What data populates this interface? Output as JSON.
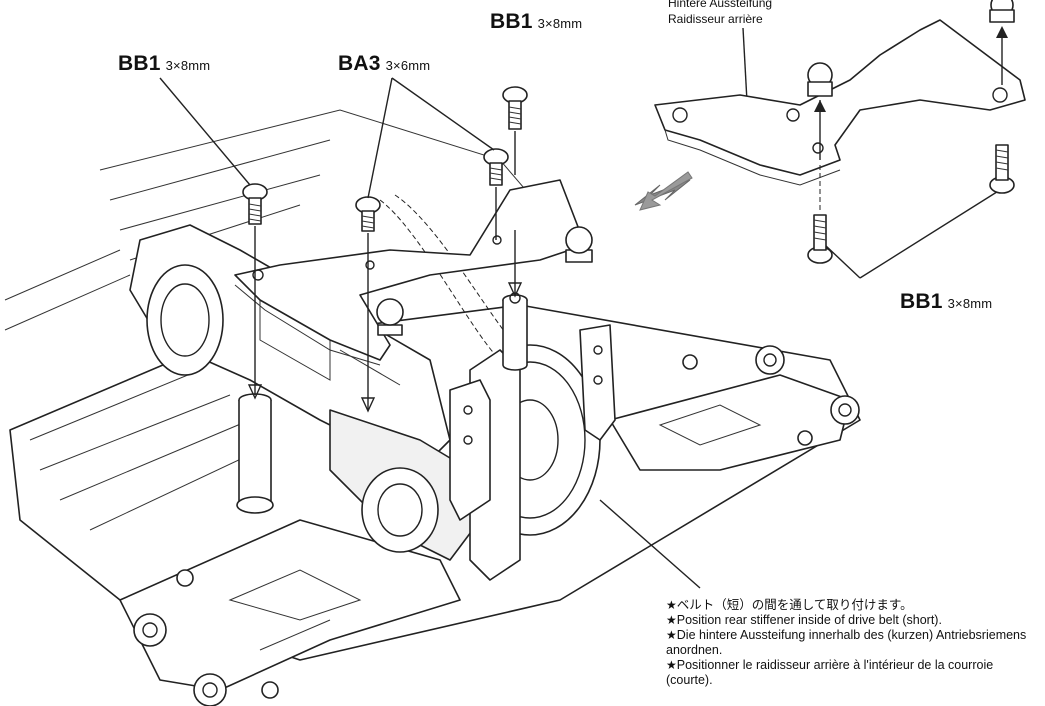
{
  "labels": {
    "bb1_top_left": {
      "code": "BB1",
      "size": "3×8mm"
    },
    "ba3": {
      "code": "BA3",
      "size": "3×6mm"
    },
    "bb1_top_center": {
      "code": "BB1",
      "size": "3×8mm"
    },
    "bb1_right": {
      "code": "BB1",
      "size": "3×8mm"
    }
  },
  "part_name": {
    "german": "Hintere Aussteifung",
    "french": "Raidisseur arrière"
  },
  "notes": [
    {
      "star": "★",
      "text": "ベルト（短）の間を通して取り付けます。"
    },
    {
      "star": "★",
      "text": "Position rear stiffener inside of drive belt (short)."
    },
    {
      "star": "★",
      "text": "Die hintere Aussteifung innerhalb des (kurzen) Antriebsriemens anordnen."
    },
    {
      "star": "★",
      "text": "Positionner le raidisseur arrière à l'intérieur de la courroie (courte)."
    }
  ],
  "colors": {
    "line": "#222222",
    "background": "#ffffff",
    "arrow": "#888888"
  }
}
